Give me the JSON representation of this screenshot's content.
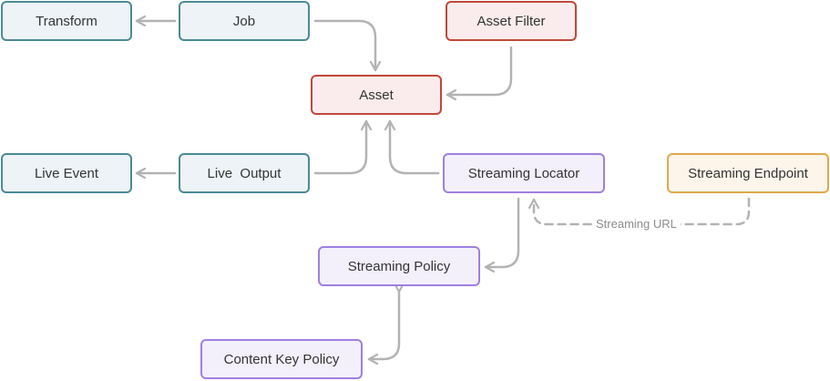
{
  "nodes": {
    "transform": "Transform",
    "job": "Job",
    "asset_filter": "Asset Filter",
    "asset": "Asset",
    "live_event": "Live Event",
    "live_output": "Live  Output",
    "streaming_locator": "Streaming Locator",
    "streaming_endpoint": "Streaming Endpoint",
    "streaming_policy": "Streaming Policy",
    "content_key_policy": "Content Key Policy"
  },
  "edge_labels": {
    "streaming_url": "Streaming URL"
  },
  "colors": {
    "media_services_node": "#4a8a96",
    "asset_node": "#c0483a",
    "streaming_node": "#a07fe0",
    "endpoint_node": "#e0a84a",
    "connector": "#b3b3b3"
  }
}
